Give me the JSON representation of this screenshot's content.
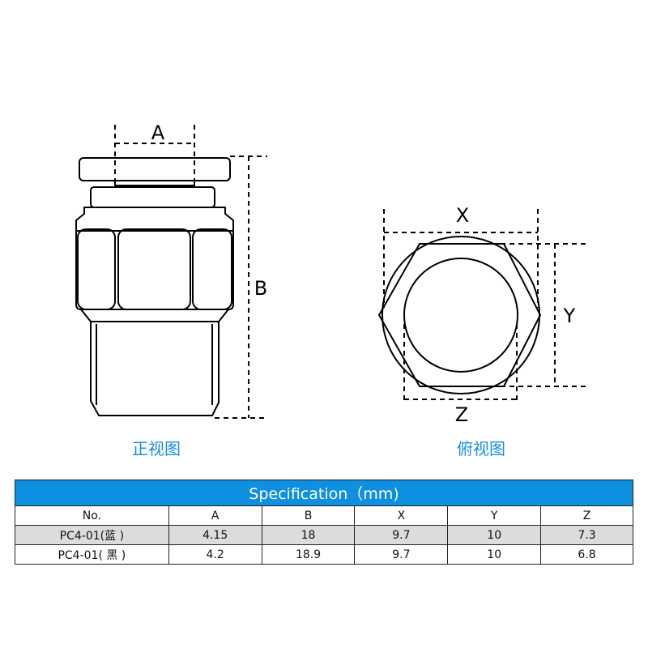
{
  "front_view": {
    "caption": "正视图",
    "dim_a": "A",
    "dim_b": "B"
  },
  "top_view": {
    "caption": "俯视图",
    "dim_x": "X",
    "dim_y": "Y",
    "dim_z": "Z"
  },
  "table": {
    "title": "Specification（mm)",
    "headers": [
      "No.",
      "A",
      "B",
      "X",
      "Y",
      "Z"
    ],
    "rows": [
      [
        "PC4-01(蓝 )",
        "4.15",
        "18",
        "9.7",
        "10",
        "7.3"
      ],
      [
        "PC4-01( 黑 )",
        "4.2",
        "18.9",
        "9.7",
        "10",
        "6.8"
      ]
    ]
  },
  "colors": {
    "accent": "#1a8fe0",
    "header_bg": "#0e8fe0",
    "row_alt": "#dcdcdc"
  }
}
